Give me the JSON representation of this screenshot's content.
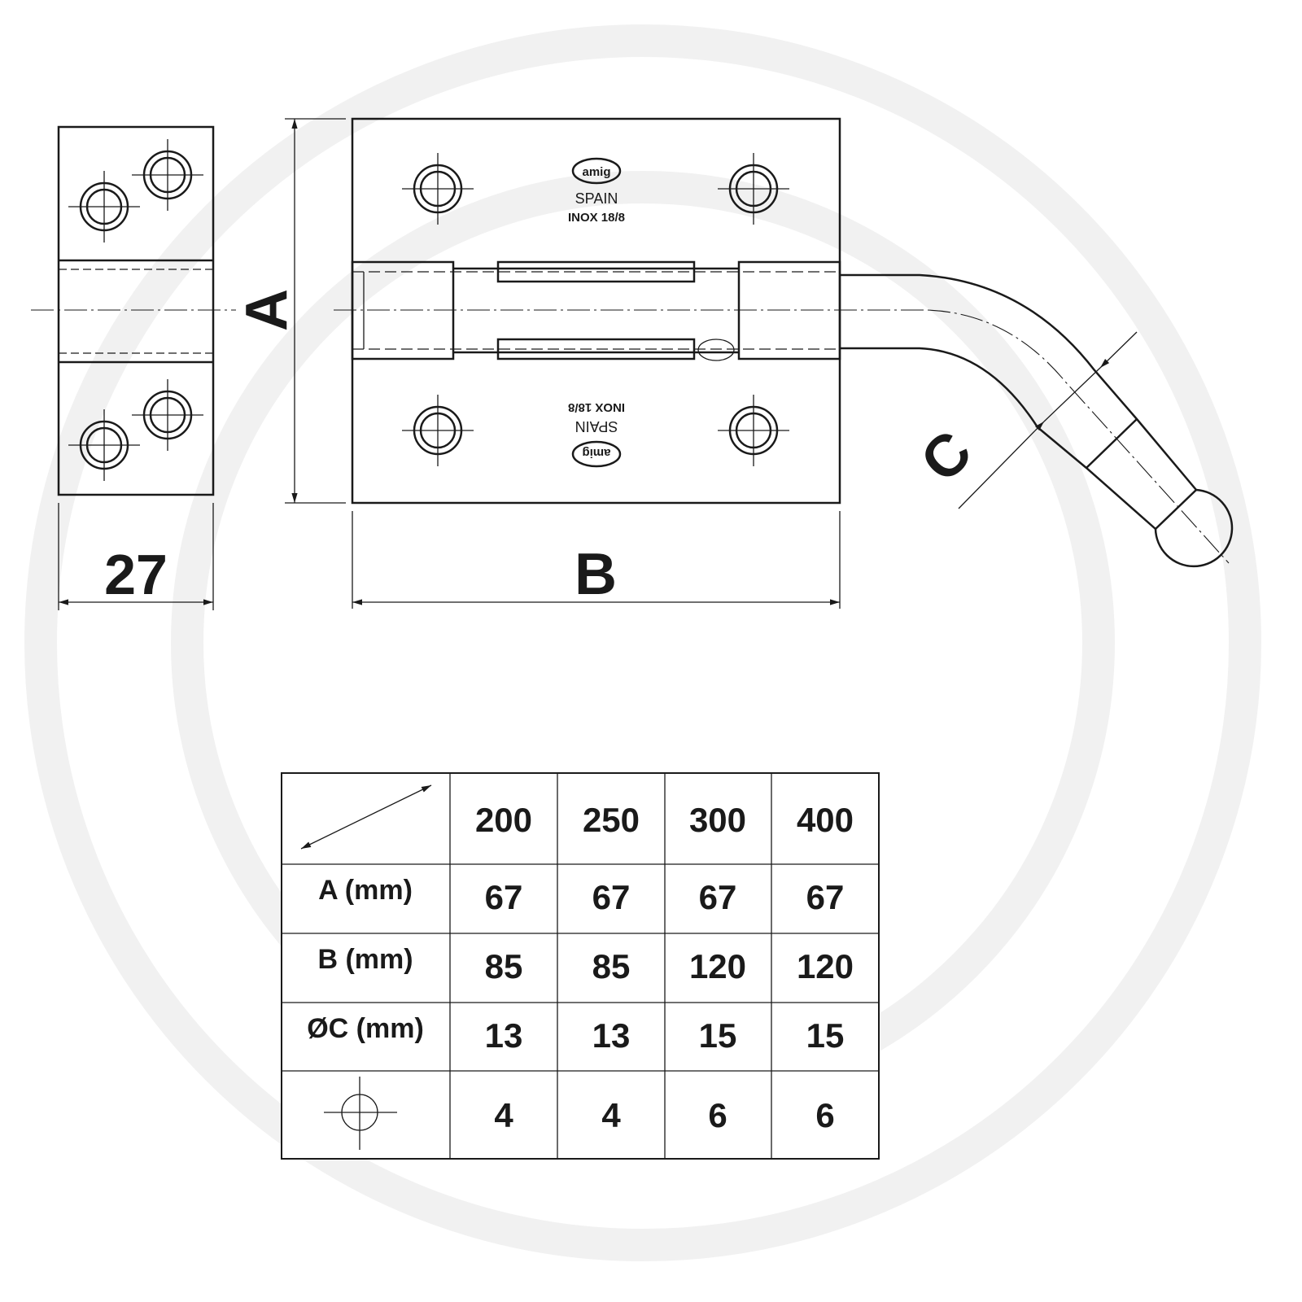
{
  "drawing": {
    "dim_a": "A",
    "dim_b": "B",
    "dim_c": "C",
    "dim_width": "27",
    "brand_logo": "amig",
    "origin": "SPAIN",
    "material": "INOX 18/8"
  },
  "table": {
    "sizes": [
      "200",
      "250",
      "300",
      "400"
    ],
    "rows": [
      {
        "label": "A (mm)",
        "values": [
          "67",
          "67",
          "67",
          "67"
        ]
      },
      {
        "label": "B (mm)",
        "values": [
          "85",
          "85",
          "120",
          "120"
        ]
      },
      {
        "label": "ØC (mm)",
        "values": [
          "13",
          "13",
          "15",
          "15"
        ]
      },
      {
        "label_icon": "screw-hole-icon",
        "values": [
          "4",
          "4",
          "6",
          "6"
        ]
      }
    ]
  }
}
